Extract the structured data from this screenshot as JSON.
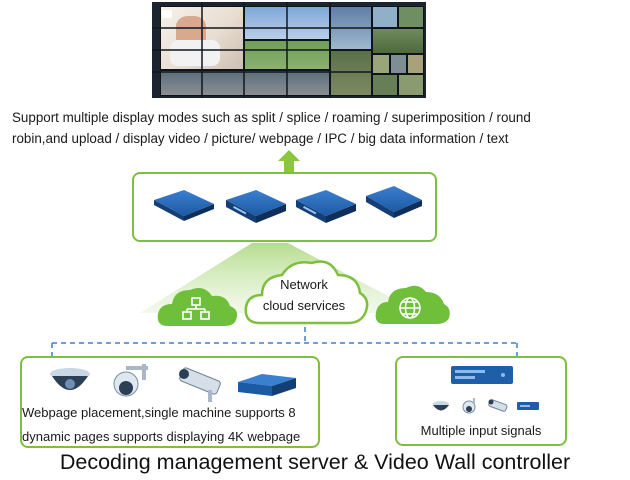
{
  "display_modes": {
    "line1": "Support multiple display modes such as split / splice / roaming / superimposition / round",
    "line2": "robin,and upload / display video / picture/ webpage / IPC / big data information / text"
  },
  "cloud": {
    "line1": "Network",
    "line2": "cloud services"
  },
  "left_panel": {
    "line1": "Webpage placement,single machine supports 8",
    "line2": "dynamic pages supports displaying 4K webpage"
  },
  "right_panel": {
    "caption": "Multiple input signals"
  },
  "title": "Decoding management server & Video Wall controller",
  "colors": {
    "accent_green": "#7fbf3f",
    "device_blue": "#1f5fa8",
    "dashed_line_blue": "#3d7fd6",
    "cloud_icon_green": "#6fbf3a"
  },
  "icons": [
    "image-icon",
    "sitemap-icon",
    "globe-icon",
    "dome-camera-icon",
    "speed-dome-camera-icon",
    "bullet-camera-icon",
    "server-rack-icon"
  ]
}
